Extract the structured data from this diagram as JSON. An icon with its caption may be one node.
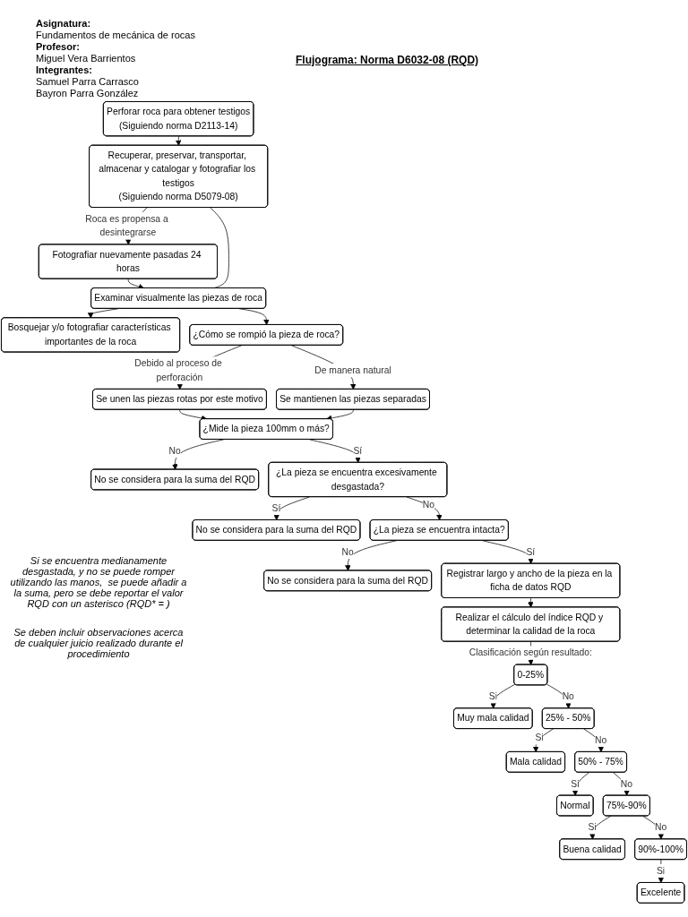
{
  "diagram": {
    "title": "Flujograma: Norma D6032-08 (RQD)",
    "nodes": [
      {
        "text": [
          "Perforar roca para obtener testigos",
          "(Siguiendo norma D2113-14)"
        ]
      },
      {
        "text": [
          "Recuperar, preservar, transportar, almacenar y catalogar y fotografiar los testigos",
          "(Siguiendo norma D5079-08)"
        ]
      },
      {
        "text": [
          "Fotografiar nuevamente pasadas 24 horas"
        ]
      },
      {
        "text": [
          "Examinar visualmente las piezas de roca"
        ]
      },
      {
        "text": [
          "Bosquejar y/o fotografiar características importantes de la roca"
        ]
      },
      {
        "text": [
          "¿Cómo se rompió la pieza de roca?"
        ]
      },
      {
        "text": [
          "Se unen las piezas rotas por este motivo"
        ]
      },
      {
        "text": [
          "Se mantienen las piezas separadas"
        ]
      },
      {
        "text": [
          "¿Mide la pieza 100mm o más?"
        ]
      },
      {
        "text": [
          "No se considera para la suma del RQD"
        ]
      },
      {
        "text": [
          "¿La pieza se encuentra excesivamente desgastada?"
        ]
      },
      {
        "text": [
          "No se considera para la suma del RQD"
        ]
      },
      {
        "text": [
          "¿La pieza se encuentra intacta?"
        ]
      },
      {
        "text": [
          "No se considera para la suma del RQD"
        ]
      },
      {
        "text": [
          "Registrar largo y ancho de la pieza en la ficha de datos RQD"
        ]
      },
      {
        "text": [
          "Realizar el cálculo del índice RQD y determinar la calidad de la roca"
        ]
      },
      {
        "text": [
          "0-25%"
        ]
      },
      {
        "text": [
          "Muy mala calidad"
        ]
      },
      {
        "text": [
          "25% - 50%"
        ]
      },
      {
        "text": [
          "Mala calidad"
        ]
      },
      {
        "text": [
          "50% - 75%"
        ]
      },
      {
        "text": [
          "Normal"
        ]
      },
      {
        "text": [
          "75%-90%"
        ]
      },
      {
        "text": [
          "Buena calidad"
        ]
      },
      {
        "text": [
          "90%-100%"
        ]
      },
      {
        "text": [
          "Excelente"
        ]
      }
    ],
    "edges": [
      {
        "from": 0,
        "to": 1,
        "arrow": "to"
      },
      {
        "from": 1,
        "to": 2,
        "arrow": "to",
        "label": "Roca es propensa a desintegrarse"
      },
      {
        "from": 2,
        "to": 3,
        "arrow": "to"
      },
      {
        "from": 1,
        "to": 3,
        "arrow": "none"
      },
      {
        "from": 3,
        "to": 4,
        "arrow": "to"
      },
      {
        "from": 3,
        "to": 5,
        "arrow": "to"
      },
      {
        "from": 5,
        "to": 6,
        "arrow": "to",
        "label": "Debido al proceso de perforación"
      },
      {
        "from": 5,
        "to": 7,
        "arrow": "to",
        "label": "De manera natural"
      },
      {
        "from": 6,
        "to": 8,
        "arrow": "to"
      },
      {
        "from": 7,
        "to": 8,
        "arrow": "to"
      },
      {
        "from": 8,
        "to": 9,
        "arrow": "to",
        "label": "No"
      },
      {
        "from": 8,
        "to": 10,
        "arrow": "to",
        "label": "Sí"
      },
      {
        "from": 10,
        "to": 11,
        "arrow": "to",
        "label": "Sí"
      },
      {
        "from": 10,
        "to": 12,
        "arrow": "to",
        "label": "No"
      },
      {
        "from": 12,
        "to": 13,
        "arrow": "to",
        "label": "No"
      },
      {
        "from": 12,
        "to": 14,
        "arrow": "to",
        "label": "Sí"
      },
      {
        "from": 14,
        "to": 15,
        "arrow": "to"
      },
      {
        "from": 15,
        "to": 16,
        "arrow": "to",
        "label": "Clasificación según resultado:"
      },
      {
        "from": 16,
        "to": 17,
        "arrow": "to",
        "label": "Si"
      },
      {
        "from": 16,
        "to": 18,
        "arrow": "to",
        "label": "No"
      },
      {
        "from": 18,
        "to": 19,
        "arrow": "to",
        "label": "Si"
      },
      {
        "from": 18,
        "to": 20,
        "arrow": "to",
        "label": "No"
      },
      {
        "from": 20,
        "to": 21,
        "arrow": "to",
        "label": "Si"
      },
      {
        "from": 20,
        "to": 22,
        "arrow": "to",
        "label": "No"
      },
      {
        "from": 22,
        "to": 23,
        "arrow": "to",
        "label": "Si"
      },
      {
        "from": 22,
        "to": 24,
        "arrow": "to",
        "label": "No"
      },
      {
        "from": 24,
        "to": 25,
        "arrow": "to",
        "label": "Si"
      }
    ],
    "labels": [
      "Asignatura:",
      "Fundamentos de mecánica de rocas",
      "Profesor:",
      "Miguel Vera Barrientos",
      "Integrantes:",
      "Samuel Parra Carrasco",
      "Bayron Parra González",
      "Si se encuentra medianamente desgastada, y no se puede romper utilizando las manos,  se puede añadir a la suma, pero se debe reportar el valor RQD con un asterisco (RQD* = )",
      "Se deben incluir observaciones acerca de cualquier juicio realizado durante el procedimiento"
    ]
  }
}
